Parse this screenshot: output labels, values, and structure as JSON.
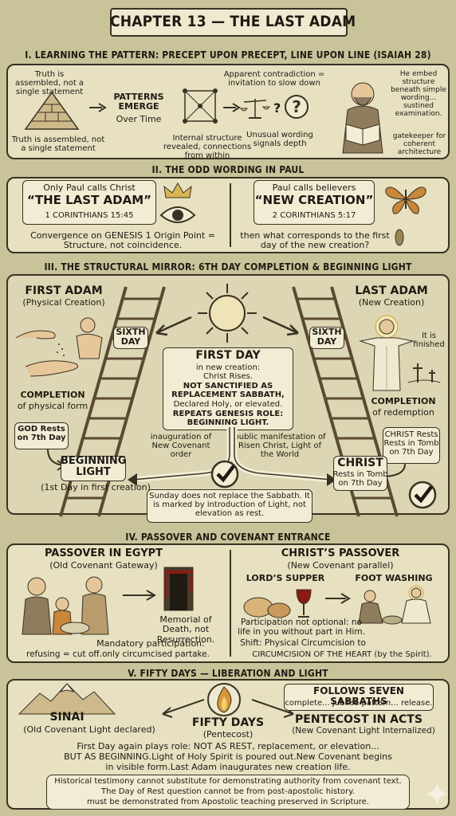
{
  "title": "CHAPTER 13 — THE LAST ADAM",
  "s1": {
    "heading": "I. LEARNING THE PATTERN: PRECEPT UPON PRECEPT, LINE UPON LINE (ISAIAH 28)",
    "truth_top": "Truth is assembled, not a single statement",
    "truth_bottom": "Truth is assembled, not a single statement",
    "patterns": "PATTERNS EMERGE",
    "over_time": "Over Time",
    "internal": "Internal structure revealed, connections from within",
    "contradiction": "Apparent contradiction = invitation to slow down",
    "unusual": "Unusual wording signals depth",
    "embed": "He embed structure beneath simple wording... sustined examination.",
    "gatekeeper": "gatekeeper for coherent architecture"
  },
  "s2": {
    "heading": "II. THE ODD WORDING IN PAUL",
    "left_intro": "Only Paul calls Christ",
    "left_title": "“THE LAST ADAM”",
    "left_ref": "1 CORINTHIANS 15:45",
    "left_note": "Convergence on GENESIS 1 Origin Point = Structure, not coincidence.",
    "right_intro": "Paul calls believers",
    "right_title": "“NEW CREATION”",
    "right_ref": "2 CORINTHIANS 5:17",
    "right_note": "then what corresponds to the first day of the new creation?"
  },
  "s3": {
    "heading": "III. THE STRUCTURAL MIRROR: 6TH DAY COMPLETION & BEGINNING LIGHT",
    "first_adam": "FIRST ADAM",
    "physical": "(Physical Creation)",
    "sixth_left": "SIXTH DAY",
    "completion_left": "COMPLETION",
    "completion_left_sub": "of physical form",
    "god_rests": "GOD Rests on 7th Day",
    "beginning": "BEGINNING LIGHT",
    "first_day_note": "(1st Day in first creation)",
    "center_title": "FIRST DAY",
    "center_body1": "in new creation: Christ Rises.",
    "center_body2": "NOT SANCTIFIED AS REPLACEMENT SABBATH,",
    "center_body3": "Declared Holy, or elevated.",
    "center_body4": "REPEATS GENESIS ROLE: BEGINNING LIGHT.",
    "inauguration": "inauguration of New Covenant order",
    "manifestation": "public manifestation of Risen Christ, Light of the World",
    "sunday": "Sunday does not replace the Sabbath. It is marked by introduction of Light, not elevation as rest.",
    "last_adam": "LAST ADAM",
    "new_creation": "(New Creation)",
    "sixth_right": "SIXTH DAY",
    "finished": "It is finished",
    "completion_right": "COMPLETION",
    "completion_right_sub": "of redemption",
    "christ_rests": "CHRIST Rests Rests in Tomb on 7th Day",
    "christ": "CHRIST",
    "christ_sub": "Rests in Tomb on 7th Day"
  },
  "s4": {
    "heading": "IV. PASSOVER AND COVENANT ENTRANCE",
    "left_title": "PASSOVER IN EGYPT",
    "left_sub": "(Old Covenant Gateway)",
    "memorial": "Memorial of Death, not Resurrection.",
    "mandatory": "Mandatory participation:",
    "refusing": "refusing = cut off.only circumcised partake.",
    "right_title": "CHRIST’S PASSOVER",
    "right_sub": "(New Covenant parallel)",
    "supper": "LORD’S SUPPER",
    "washing": "FOOT WASHING",
    "participation": "Participation not optional: no life in you without part in Him.",
    "shift": "Shift: Physical Circumcision to",
    "circumcision": "CIRCUMCISION OF THE HEART (by the Spirit)."
  },
  "s5": {
    "heading": "V. FIFTY DAYS — LIBERATION AND LIGHT",
    "sinai": "SINAI",
    "sinai_sub": "(Old Covenant Light declared)",
    "fifty": "FIFTY DAYS",
    "pentecost": "(Pentecost)",
    "follows": "FOLLOWS SEVEN SABBATHS",
    "jubilee": "complete... Jubilee pattern... release.",
    "acts": "PENTECOST IN ACTS",
    "acts_sub": "(New Covenant Light Internalized)",
    "para1": "First Day again plays role: NOT AS REST, replacement, or elevation...",
    "para2": "BUT AS BEGINNING.Light of Holy Spirit is poured out.New Covenant begins",
    "para3": "in visible form.Last Adam inaugurates new creation life.",
    "foot1": "Historical testimony cannot substitute for demonstrating authority from covenant text.",
    "foot2": "The Day of Rest question cannot be from post-apostolic history.",
    "foot3": "must be demonstrated from Apostolic teaching preserved in Scripture."
  },
  "colors": {
    "background": "#c9c39a",
    "panel": "#e7e1c2",
    "ink": "#1f1a12",
    "blood": "#8b1a14"
  }
}
